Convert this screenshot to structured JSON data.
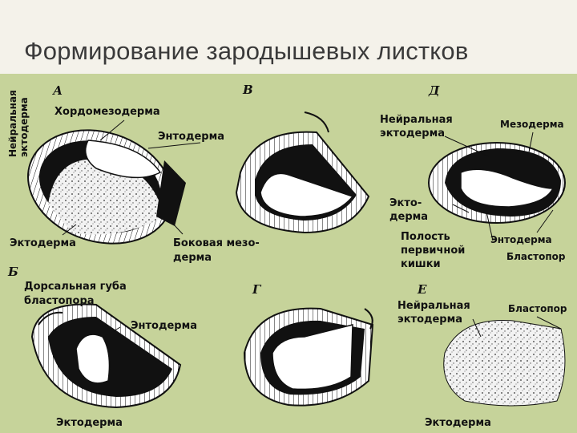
{
  "title": "Формирование зародышевых листков",
  "panels": {
    "A": {
      "letter": "А",
      "neural_ectoderm_vertical_1": "Нейральная",
      "neural_ectoderm_vertical_2": "эктодерма",
      "chordomesoderm": "Хордомезодерма",
      "endoderm": "Энтодерма",
      "ectoderm": "Эктодерма",
      "lateral_mesoderm_1": "Боковая мезо-",
      "lateral_mesoderm_2": "дерма"
    },
    "B": {
      "letter": "В"
    },
    "D": {
      "letter": "Д",
      "neural_1": "Нейральная",
      "neural_2": "эктодерма",
      "mesoderm": "Мезодерма",
      "ecto_1": "Экто-",
      "ecto_2": "дерма",
      "cavity_1": "Полость",
      "cavity_2": "первичной",
      "cavity_3": "кишки",
      "endoderm": "Энтодерма",
      "blastopore": "Бластопор"
    },
    "Bv": {
      "letter": "Б",
      "dorsal_lip_1": "Дорсальная губа",
      "dorsal_lip_2": "бластопора",
      "endoderm": "Энтодерма",
      "ectoderm": "Эктодерма"
    },
    "G": {
      "letter": "Г"
    },
    "E": {
      "letter": "Е",
      "neural_1": "Нейральная",
      "neural_2": "эктодерма",
      "blastopore": "Бластопор",
      "ectoderm": "Эктодерма"
    }
  }
}
